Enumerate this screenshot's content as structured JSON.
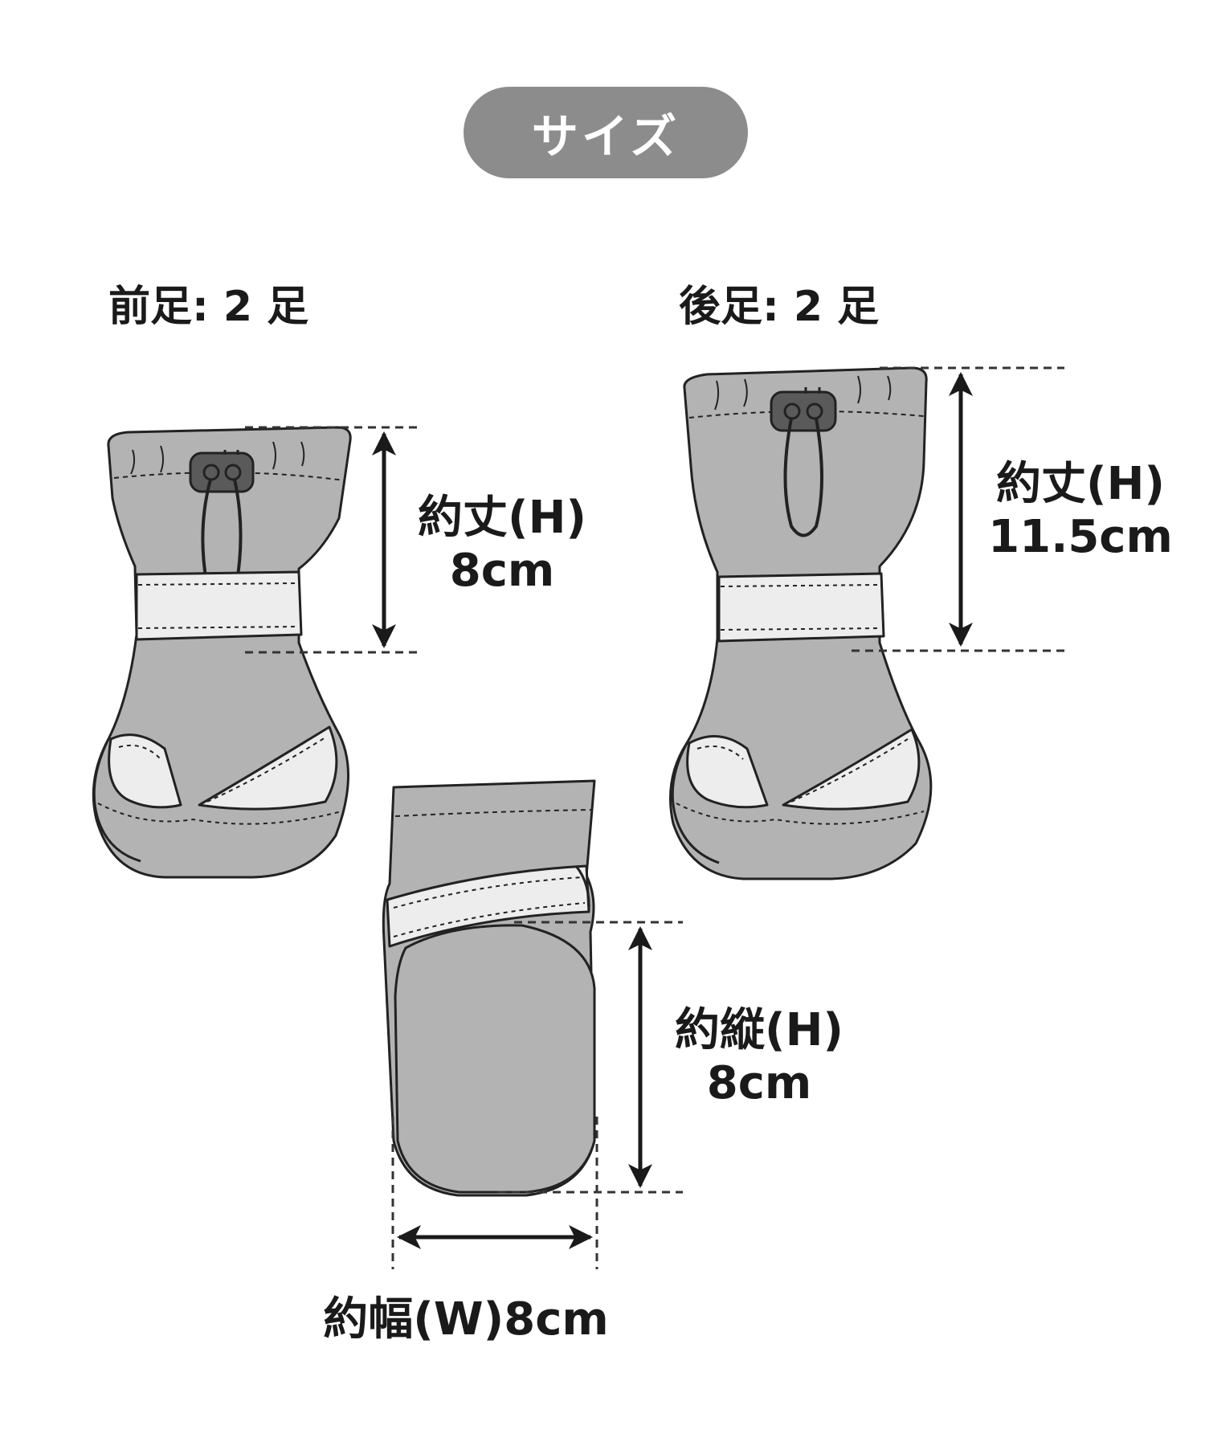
{
  "header": {
    "title": "サイズ",
    "pill_color": "#8c8c8c"
  },
  "front": {
    "heading": "前足: 2 足",
    "height_label": "約丈(H)",
    "height_value": "8cm"
  },
  "rear": {
    "heading": "後足: 2 足",
    "height_label": "約丈(H)",
    "height_value": "11.5cm"
  },
  "sole": {
    "length_label": "約縦(H)",
    "length_value": "8cm",
    "width_text": "約幅(W)8cm"
  },
  "colors": {
    "boot": "#b3b3b3",
    "strap": "#ededed",
    "outline": "#222222",
    "dash": "#333333"
  }
}
